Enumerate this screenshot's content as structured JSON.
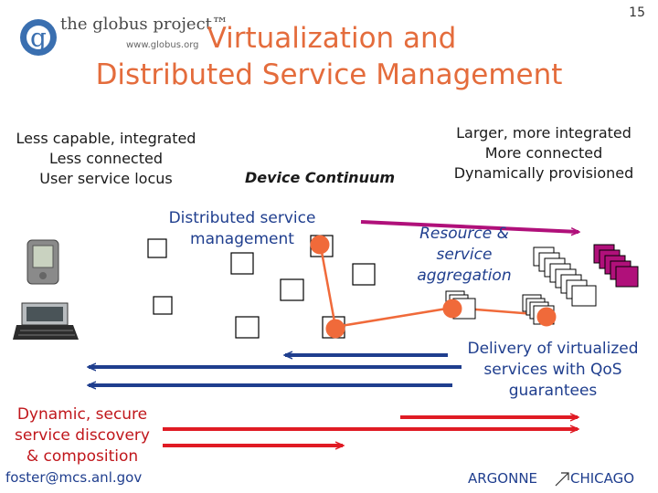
{
  "header": {
    "logo_text": "the globus project™",
    "logo_url": "www.globus.org",
    "page_number": "15",
    "title_line1": "Virtualization and",
    "title_line2": "Distributed Service Management"
  },
  "left_info": {
    "line1": "Less capable, integrated",
    "line2": "Less connected",
    "line3": "User service locus"
  },
  "center_label": "Device Continuum",
  "right_info": {
    "line1": "Larger, more integrated",
    "line2": "More connected",
    "line3": "Dynamically provisioned"
  },
  "distributed": {
    "line1": "Distributed service",
    "line2": "management"
  },
  "aggregation": {
    "line1": "Resource &",
    "line2": "service",
    "line3": "aggregation"
  },
  "delivery": {
    "line1": "Delivery of virtualized",
    "line2": "services with QoS",
    "line3": "guarantees"
  },
  "discovery": {
    "line1": "Dynamic, secure",
    "line2": "service discovery",
    "line3": "& composition"
  },
  "footer": {
    "email": "foster@mcs.anl.gov",
    "left_org": "ARGONNE",
    "right_org": "CHICAGO"
  },
  "colors": {
    "title": "#e46c3c",
    "node": "#f06a3a",
    "blue_arrow": "#1f3e8e",
    "red_arrow": "#e01b24",
    "magenta_box": "#b0107a"
  }
}
